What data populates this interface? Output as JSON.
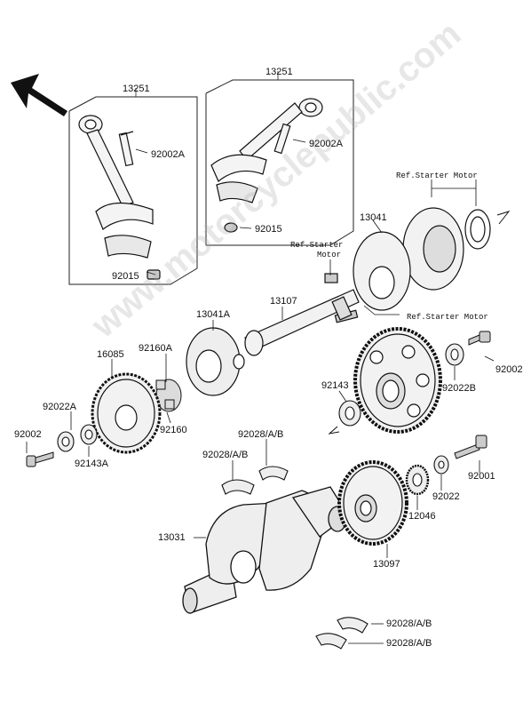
{
  "watermark": "www.motorcyclepublic.com",
  "labels": {
    "p13251_left": "13251",
    "p92002A_left": "92002A",
    "p92015_left": "92015",
    "p13251_right": "13251",
    "p92002A_right": "92002A",
    "p92015_right": "92015",
    "ref_starter_top": "Ref.Starter Motor",
    "p13041": "13041",
    "ref_starter_mid_1": "Ref.Starter",
    "ref_starter_mid_2": "Motor",
    "p13107": "13107",
    "ref_starter_low": "Ref.Starter Motor",
    "p13041A": "13041A",
    "p92160A": "92160A",
    "p16085": "16085",
    "p92002_right": "92002",
    "p92022B": "92022B",
    "p92143": "92143",
    "p92022A": "92022A",
    "p92160": "92160",
    "p92002_left": "92002",
    "p92143A": "92143A",
    "p92028AB_top": "92028/A/B",
    "p92028AB_top2": "92028/A/B",
    "p92001": "92001",
    "p92022": "92022",
    "p12046": "12046",
    "p13031": "13031",
    "p13097": "13097",
    "p92028AB_low1": "92028/A/B",
    "p92028AB_low2": "92028/A/B"
  }
}
